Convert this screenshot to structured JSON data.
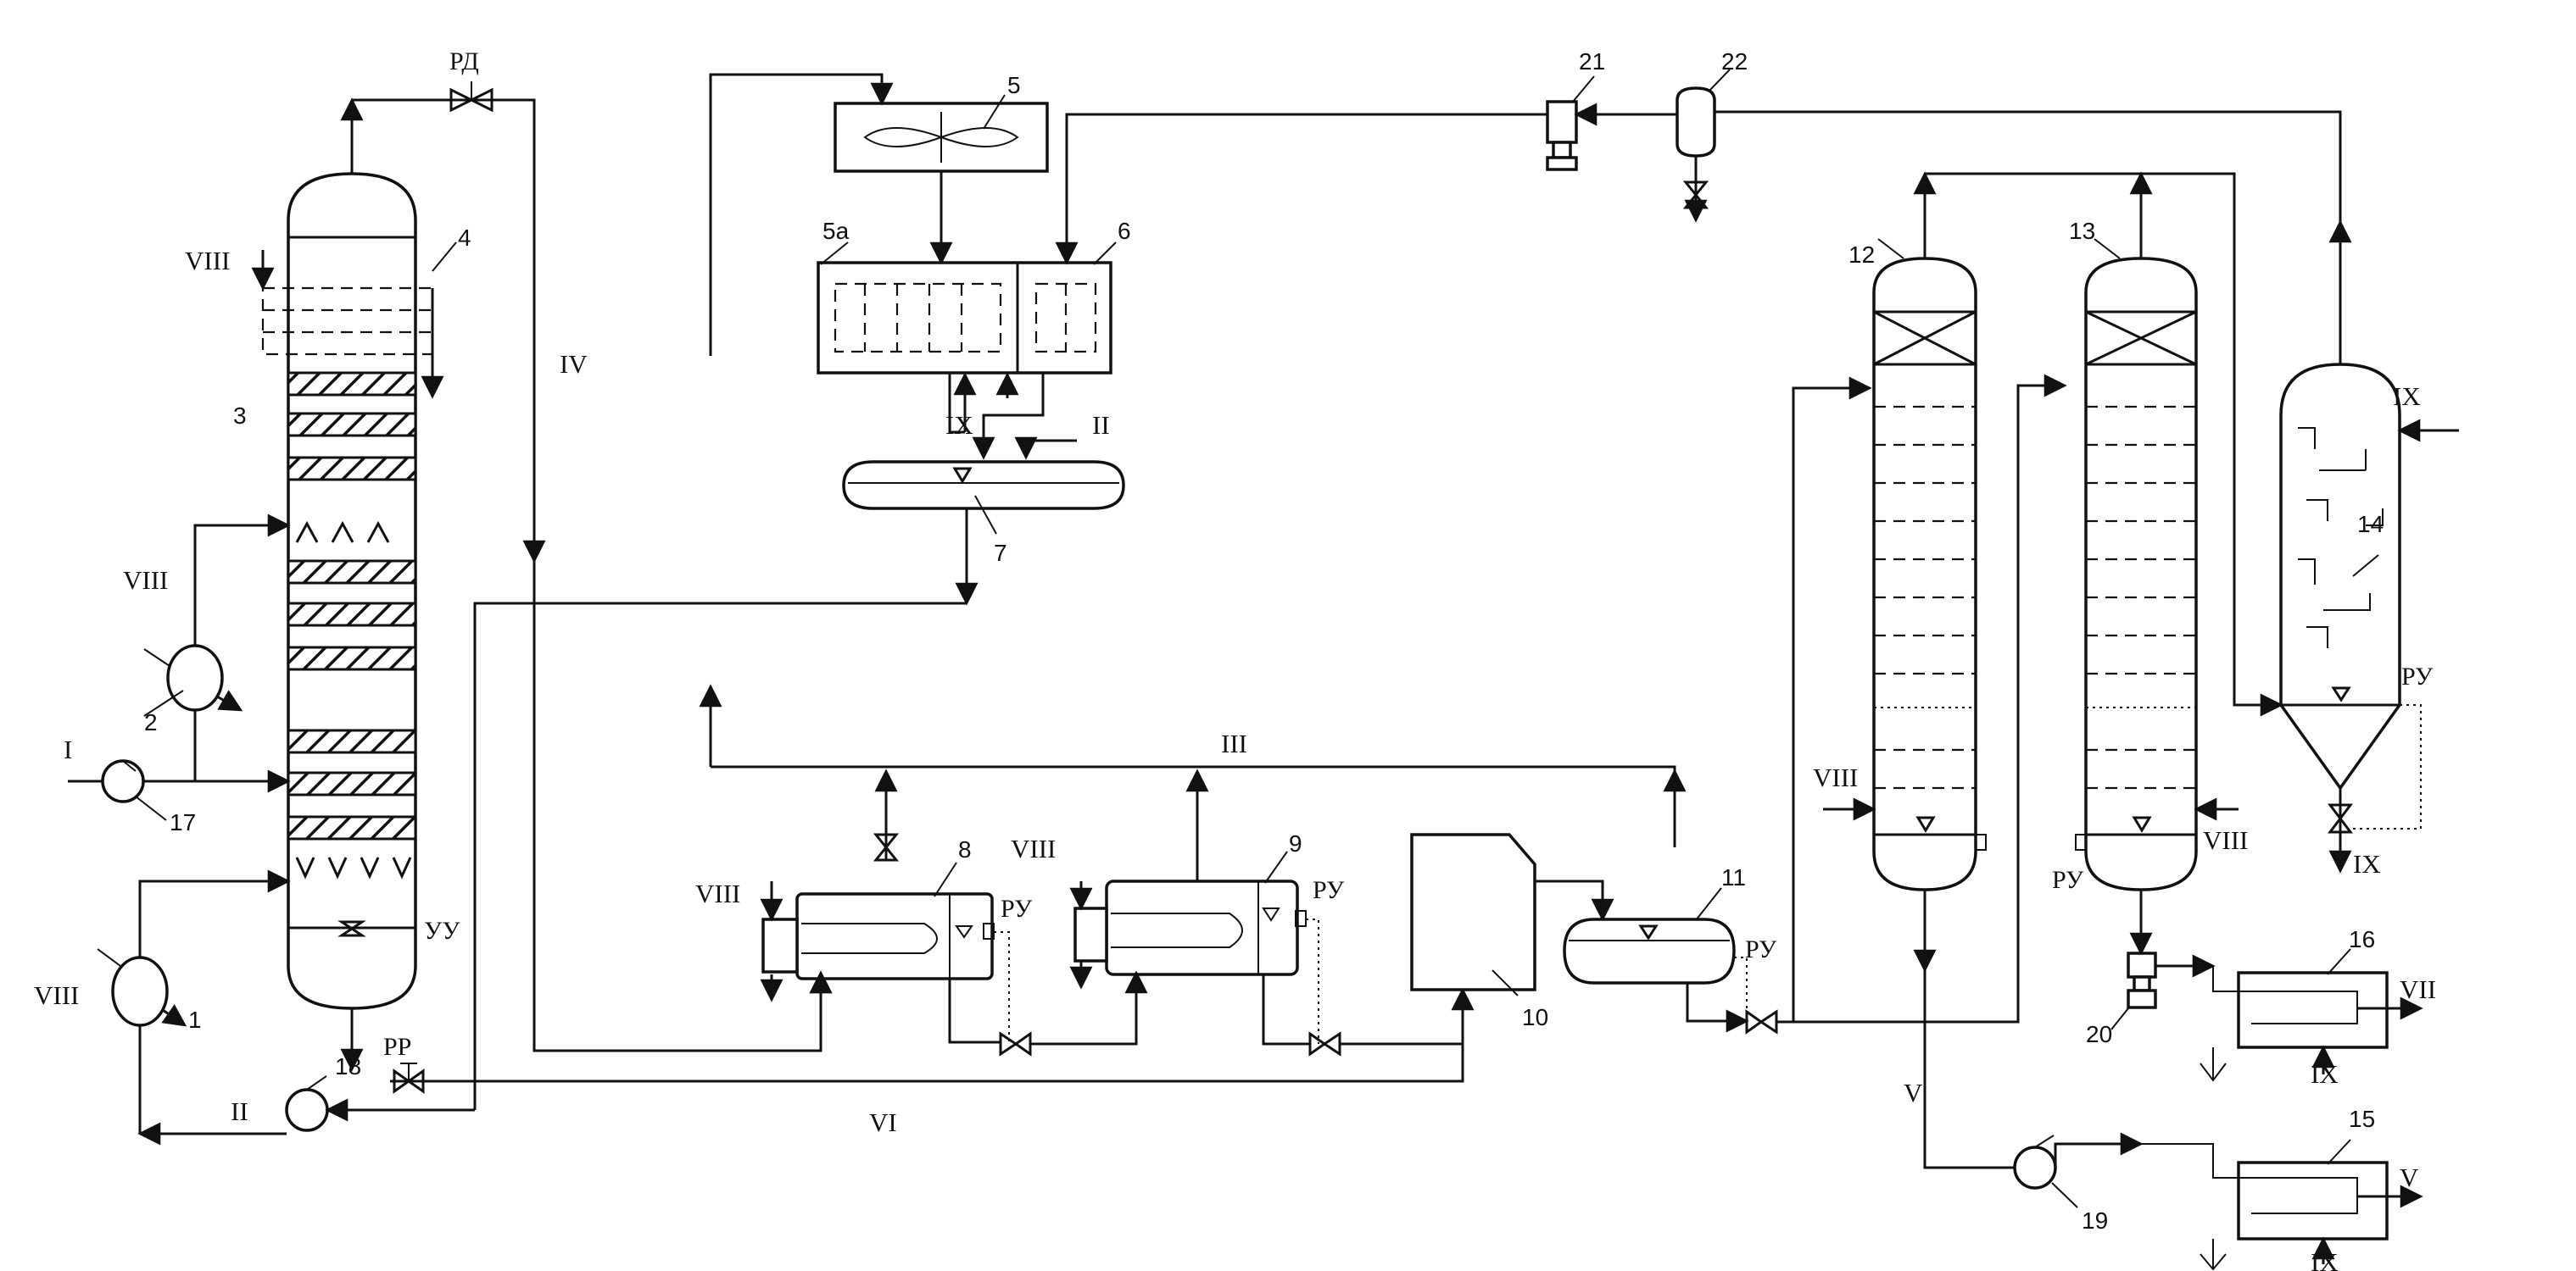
{
  "equipment_numbers": {
    "e1": "1",
    "e2": "2",
    "e3": "3",
    "e4": "4",
    "e5": "5",
    "e5a": "5a",
    "e6": "6",
    "e7": "7",
    "e8": "8",
    "e9": "9",
    "e10": "10",
    "e11": "11",
    "e12": "12",
    "e13": "13",
    "e14": "14",
    "e15": "15",
    "e16": "16",
    "e17": "17",
    "e18": "18",
    "e19": "19",
    "e20": "20",
    "e21": "21",
    "e22": "22"
  },
  "streams": {
    "s_I": "I",
    "s_II_left": "II",
    "s_II_top": "II",
    "s_III": "III",
    "s_IV": "IV",
    "s_V_low": "V",
    "s_V_right": "V",
    "s_VI": "VI",
    "s_VII": "VII",
    "s_VIII_top": "VIII",
    "s_VIII_mid": "VIII",
    "s_VIII_low": "VIII",
    "s_VIII_8": "VIII",
    "s_VIII_9": "VIII",
    "s_VIII_12": "VIII",
    "s_VIII_13": "VIII",
    "s_IX_7": "IX",
    "s_IX_14in": "IX",
    "s_IX_14out": "IX",
    "s_IX_16": "IX",
    "s_IX_15": "IX"
  },
  "controls": {
    "rd": "РД",
    "rr": "РР",
    "uu": "УУ",
    "ru_8": "РУ",
    "ru_9": "РУ",
    "ru_11": "РУ",
    "ru_13": "РУ",
    "ru_14": "РУ"
  }
}
